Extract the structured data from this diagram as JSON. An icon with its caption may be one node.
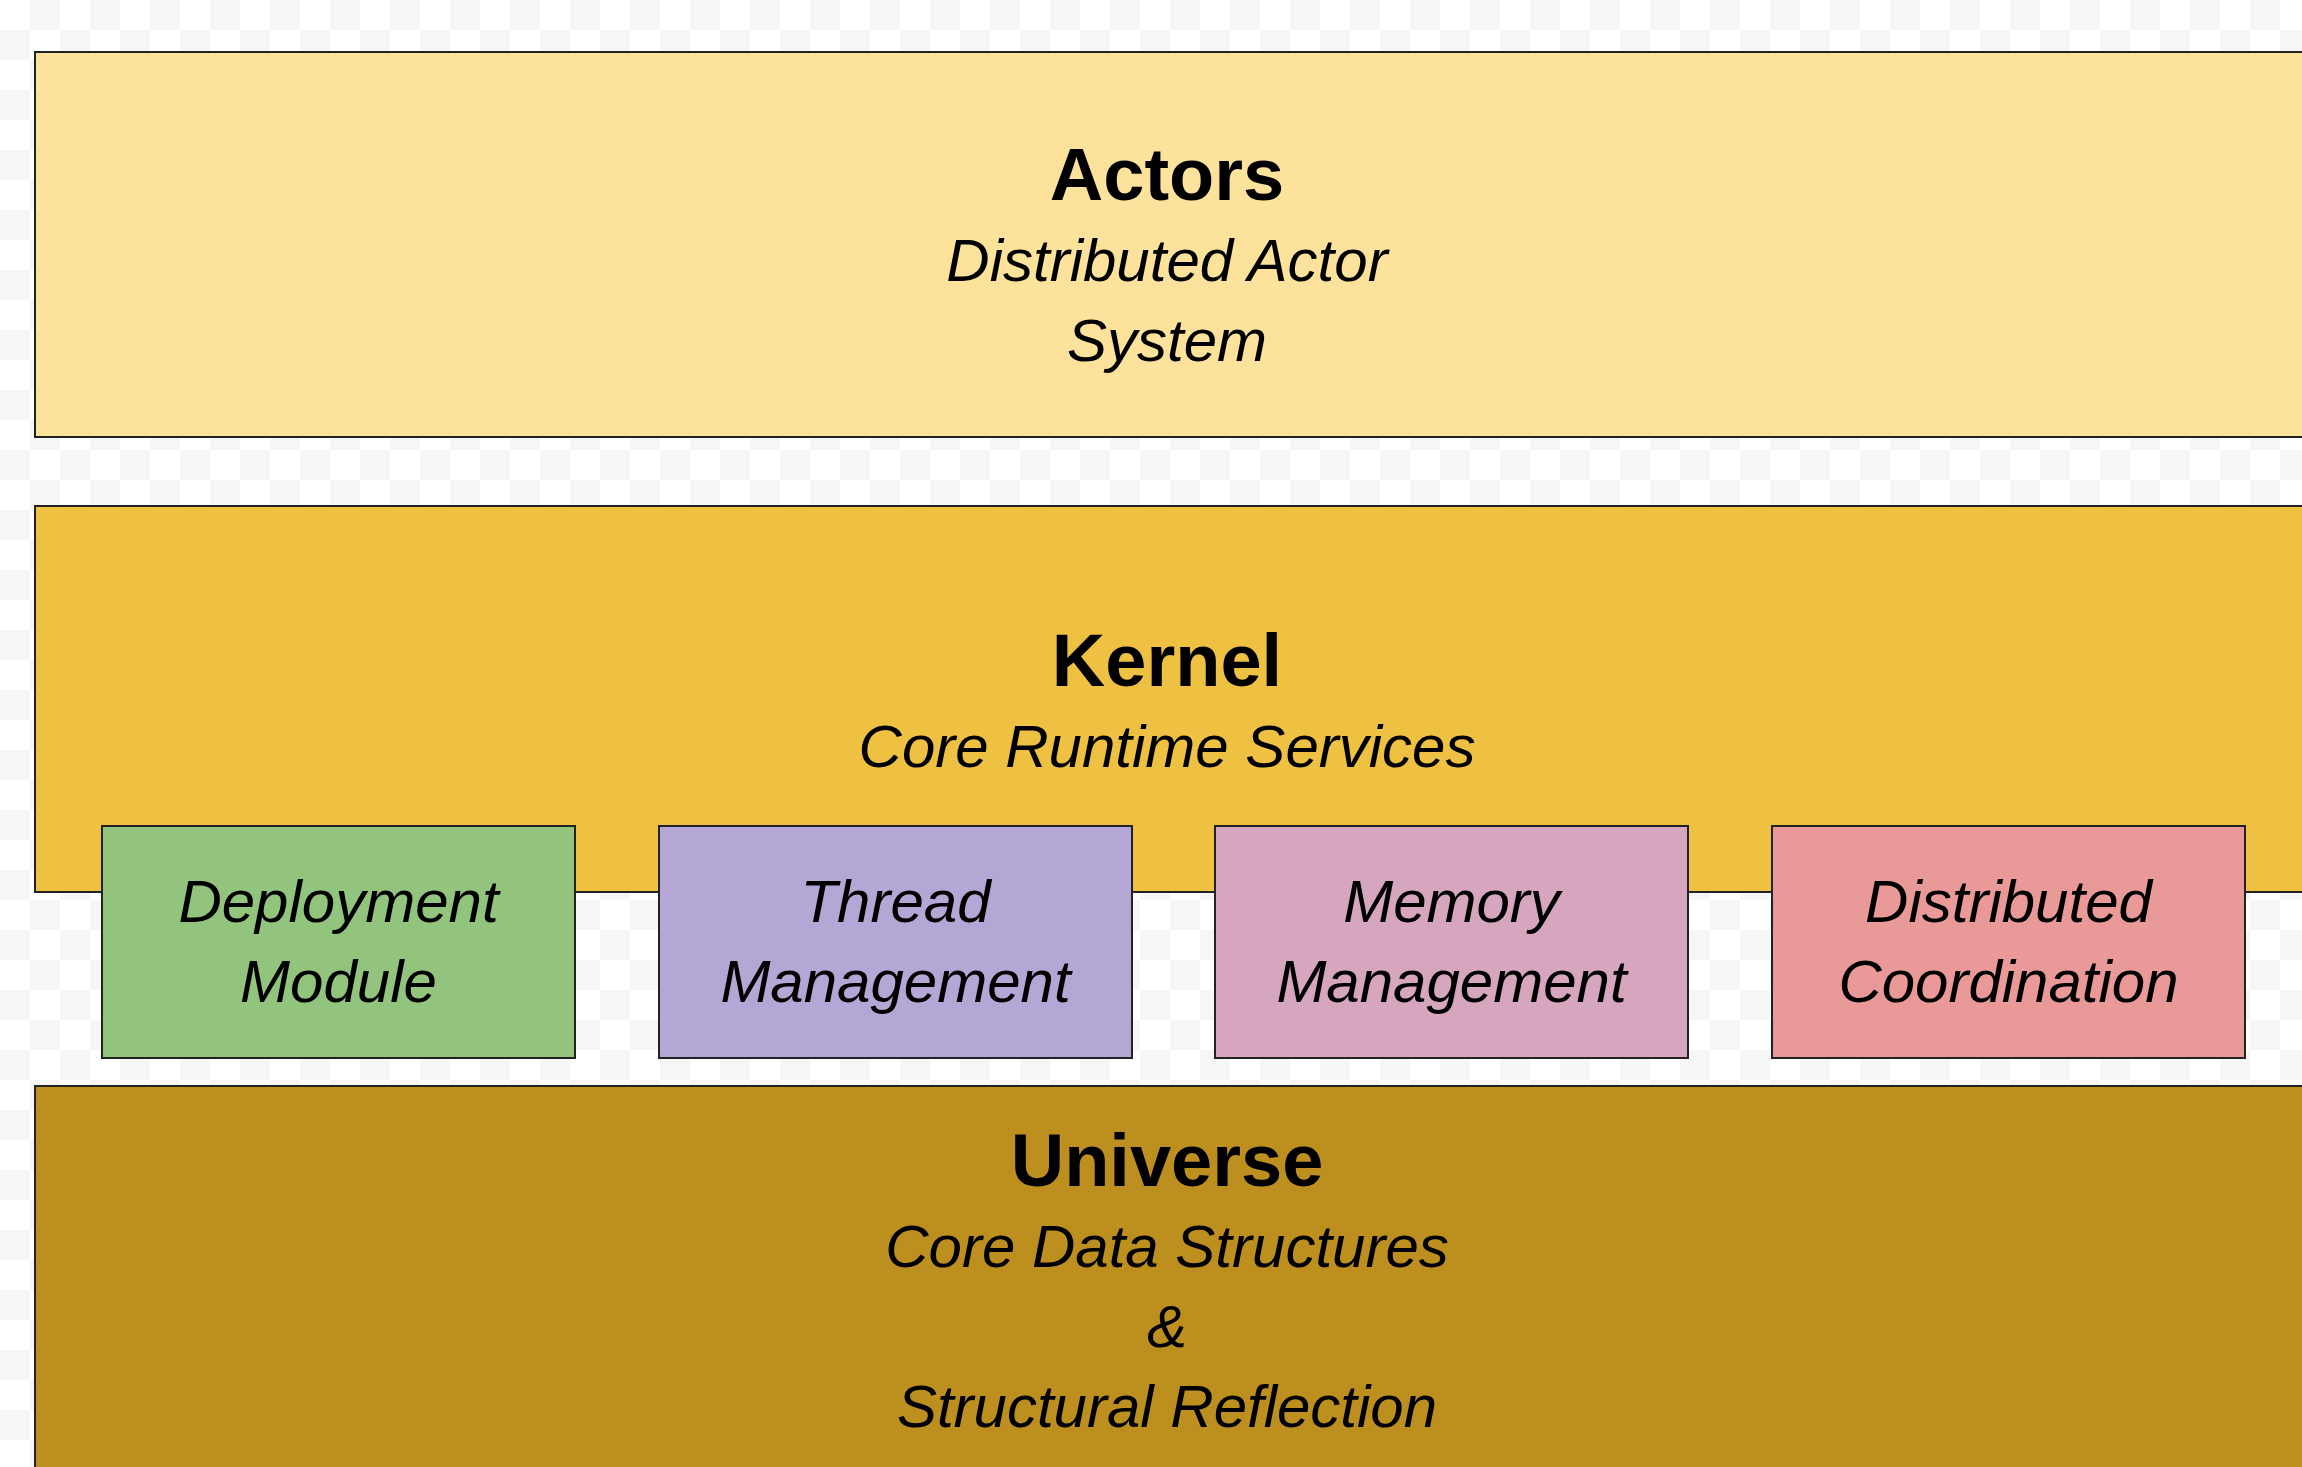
{
  "diagram": {
    "nodes": [
      {
        "text": [
          "Actors",
          "Distributed Actor System"
        ]
      },
      {
        "text": [
          "Kernel",
          "Core Runtime Services"
        ]
      },
      {
        "text": [
          "Deployment Module"
        ]
      },
      {
        "text": [
          "Thread Management"
        ]
      },
      {
        "text": [
          "Memory Management"
        ]
      },
      {
        "text": [
          "Distributed Coordination"
        ]
      },
      {
        "text": [
          "Universe",
          "Core Data Structures",
          "&",
          "Structural Reflection"
        ]
      }
    ]
  }
}
